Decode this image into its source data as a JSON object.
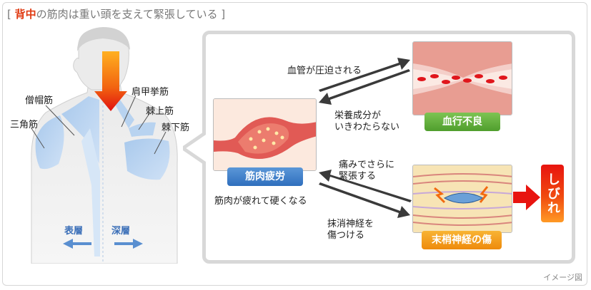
{
  "header": {
    "bracket_open": "[",
    "title_highlight": "背中",
    "title_rest": "の筋肉は重い頭を支えて緊張している",
    "bracket_close": "]"
  },
  "body_labels": {
    "sou_bou_kin": "僧帽筋",
    "san_kaku_kin": "三角筋",
    "ken_kou_kyo_kin": "肩甲挙筋",
    "kyoku_jou_kin": "棘上筋",
    "kyoku_ka_kin": "棘下筋",
    "hyousou": "表層",
    "shinsou": "深層"
  },
  "diagram": {
    "compressed_label": "血管が圧迫される",
    "nutrient_label_1": "栄養成分が",
    "nutrient_label_2": "いきわたらない",
    "muscle_fatigue_tag": "筋肉疲労",
    "muscle_desc": "筋肉が疲れて硬くなる",
    "pain_label_1": "痛みでさらに",
    "pain_label_2": "緊張する",
    "nerve_label_1": "抹消神経を",
    "nerve_label_2": "傷つける",
    "blood_tag": "血行不良",
    "nerve_tag": "末梢神経の傷",
    "numbness": "しびれ"
  },
  "caption": "イメージ図",
  "colors": {
    "accent_red": "#e03a12",
    "muscle_tag_blue": "#3d7ec7",
    "blood_tag_green": "#5cae3a",
    "nerve_tag_orange": "#f29a12",
    "numbness_red": "#e8140f",
    "layer_label_blue": "#3b6fb8"
  }
}
